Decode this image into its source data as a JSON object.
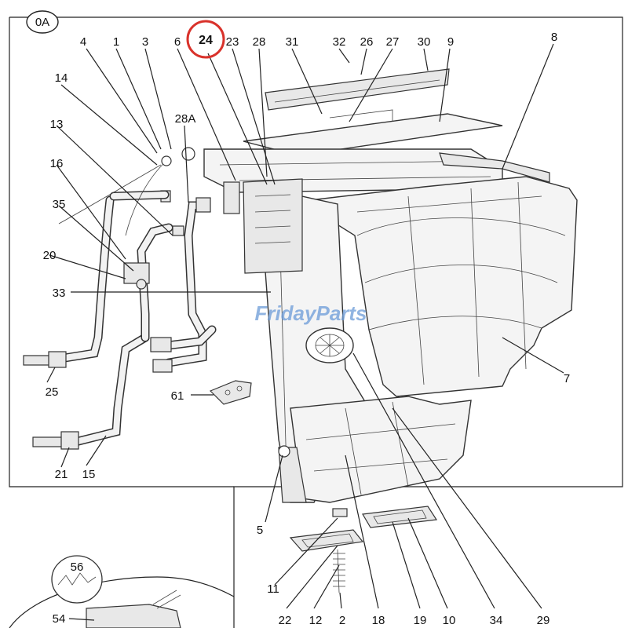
{
  "diagram": {
    "section_badge": "0A",
    "highlight_color": "#d9322b",
    "watermark_color": "#6b9bd8",
    "watermark_text": "FridayParts",
    "highlighted_callout": "24",
    "callouts": {
      "c4": "4",
      "c1": "1",
      "c3": "3",
      "c6": "6",
      "c24": "24",
      "c23": "23",
      "c28": "28",
      "c31": "31",
      "c32": "32",
      "c26": "26",
      "c27": "27",
      "c30": "30",
      "c9": "9",
      "c8": "8",
      "c14": "14",
      "c28a": "28A",
      "c13": "13",
      "c16": "16",
      "c35": "35",
      "c20": "20",
      "c33": "33",
      "c25": "25",
      "c61": "61",
      "c7": "7",
      "c21": "21",
      "c15": "15",
      "c5": "5",
      "c11": "11",
      "c22": "22",
      "c12": "12",
      "c2": "2",
      "c18": "18",
      "c19": "19",
      "c10": "10",
      "c34": "34",
      "c29": "29",
      "c56": "56",
      "c54": "54"
    }
  }
}
